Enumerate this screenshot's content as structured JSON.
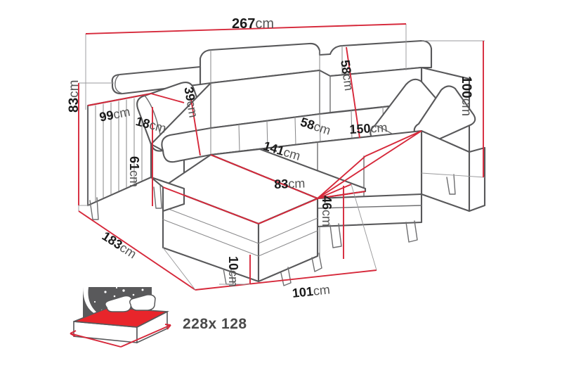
{
  "drawing": {
    "title": "Corner sofa bed technical dimension drawing",
    "background_color": "#ffffff",
    "dimension_line_color": "#d6283a",
    "outline_color": "#58585a",
    "unit": "cm"
  },
  "dimensions": {
    "overall_width": {
      "value": "267",
      "unit": "cm",
      "name": "overall-width"
    },
    "overall_height": {
      "value": "100",
      "unit": "cm",
      "name": "overall-height"
    },
    "arm_height": {
      "value": "83",
      "unit": "cm",
      "name": "arm-height"
    },
    "arm_depth": {
      "value": "99",
      "unit": "cm",
      "name": "arm-depth"
    },
    "arm_width": {
      "value": "18",
      "unit": "cm",
      "name": "arm-width"
    },
    "arm_side_height": {
      "value": "61",
      "unit": "cm",
      "name": "arm-side-height"
    },
    "backrest_cushion_height": {
      "value": "39",
      "unit": "cm",
      "name": "backrest-cushion-height"
    },
    "back_height": {
      "value": "58",
      "unit": "cm",
      "name": "back-height"
    },
    "seat_depth": {
      "value": "58",
      "unit": "cm",
      "name": "seat-depth"
    },
    "seat_width": {
      "value": "150",
      "unit": "cm",
      "name": "seat-width"
    },
    "chaise_length": {
      "value": "141",
      "unit": "cm",
      "name": "chaise-length"
    },
    "chaise_width": {
      "value": "83",
      "unit": "cm",
      "name": "chaise-width"
    },
    "seat_height": {
      "value": "46",
      "unit": "cm",
      "name": "seat-height"
    },
    "leg_height": {
      "value": "10",
      "unit": "cm",
      "name": "leg-height"
    },
    "depth_left": {
      "value": "183",
      "unit": "cm",
      "name": "total-depth-left"
    },
    "depth_right": {
      "value": "101",
      "unit": "cm",
      "name": "total-depth-right"
    }
  },
  "sleeping_area": {
    "label": "228x 128",
    "icon": "bed-icon",
    "mattress_color": "#e8252b",
    "night_color": "#59595b"
  }
}
